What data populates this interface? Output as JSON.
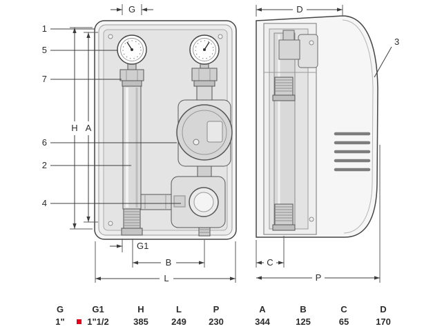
{
  "title": "pump-group-dimension-drawing",
  "dimensions": {
    "g": "G",
    "g1": "G1",
    "h": "H",
    "a": "A",
    "b": "B",
    "c": "C",
    "p": "P",
    "l": "L",
    "d": "D"
  },
  "callouts": {
    "n1": "1",
    "n2": "2",
    "n3": "3",
    "n4": "4",
    "n5": "5",
    "n6": "6",
    "n7": "7"
  },
  "table": {
    "headers": [
      "G",
      "G1",
      "H",
      "L",
      "P",
      "A",
      "B",
      "C",
      "D"
    ],
    "values": [
      "1\"",
      "1\"1/2",
      "385",
      "249",
      "230",
      "344",
      "125",
      "65",
      "170"
    ]
  },
  "colors": {
    "accent": "#e2001a",
    "line": "#3c3c3c"
  }
}
